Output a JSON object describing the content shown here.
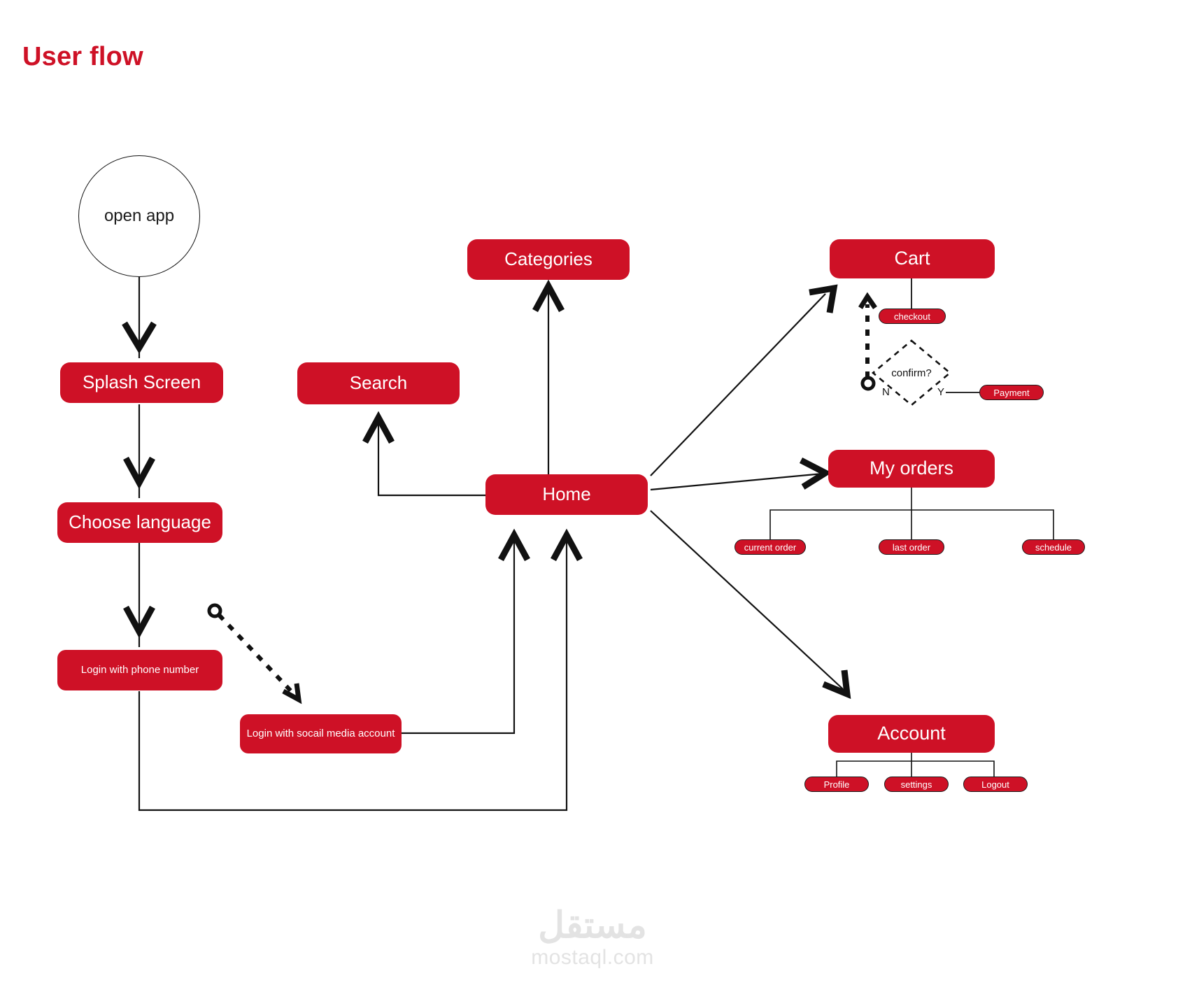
{
  "title": "User flow",
  "theme": {
    "accent": "#CE1126",
    "node_text": "#FFFFFF",
    "line": "#111111",
    "background": "#FFFFFF",
    "watermark": "#E3E3E3"
  },
  "nodes": {
    "open_app": "open app",
    "splash_screen": "Splash Screen",
    "choose_language": "Choose language",
    "login_phone": "Login with phone number",
    "login_social": "Login with socail media account",
    "search": "Search",
    "categories": "Categories",
    "home": "Home",
    "cart": "Cart",
    "checkout": "checkout",
    "confirm": "confirm?",
    "payment": "Payment",
    "my_orders": "My orders",
    "current_order": "current order",
    "last_order": "last order",
    "schedule": "schedule",
    "account": "Account",
    "profile": "Profile",
    "settings": "settings",
    "logout": "Logout"
  },
  "edge_labels": {
    "decision_no": "N",
    "decision_yes": "Y"
  },
  "watermark": {
    "arabic": "مستقل",
    "latin": "mostaql.com"
  }
}
